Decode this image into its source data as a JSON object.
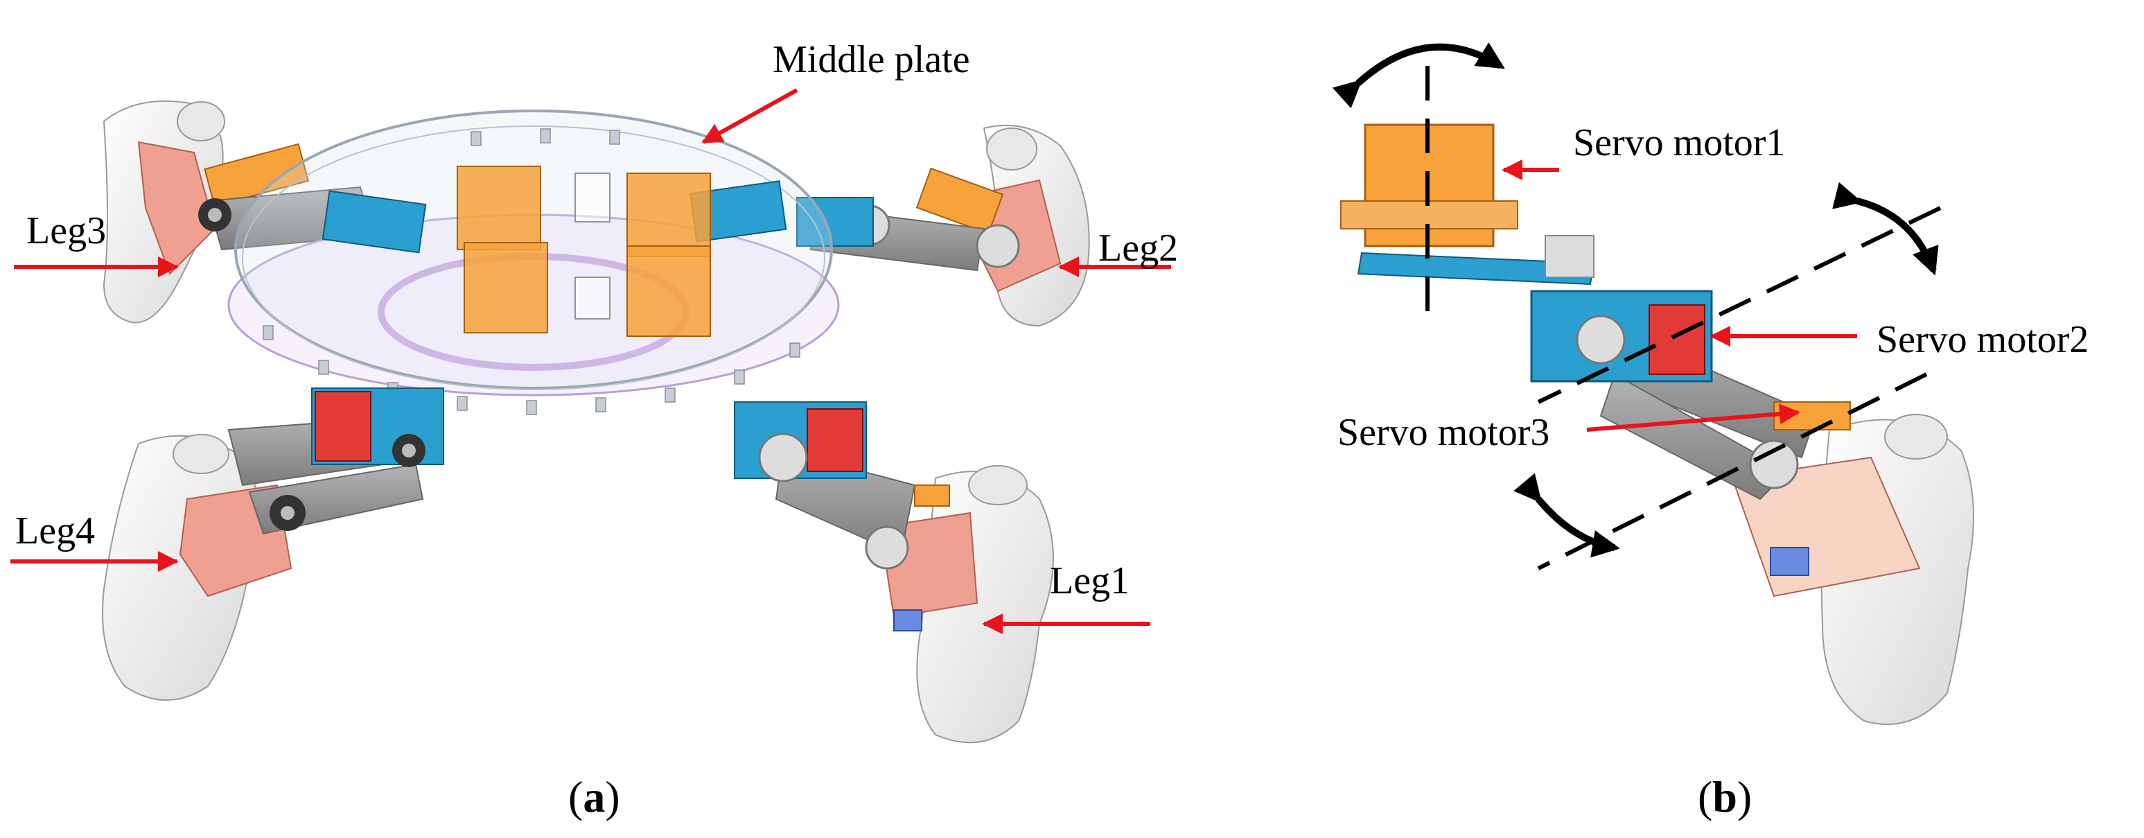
{
  "figure": {
    "panel_a": {
      "caption_open": "(",
      "caption_letter": "a",
      "caption_close": ")",
      "labels": {
        "middle_plate": "Middle plate",
        "leg1": "Leg1",
        "leg2": "Leg2",
        "leg3": "Leg3",
        "leg4": "Leg4"
      }
    },
    "panel_b": {
      "caption_open": "(",
      "caption_letter": "b",
      "caption_close": ")",
      "labels": {
        "servo_motor1": "Servo motor1",
        "servo_motor2": "Servo motor2",
        "servo_motor3": "Servo motor3"
      }
    }
  },
  "colors": {
    "arrow_red": "#e8141c",
    "servo_orange": "#f7a23a",
    "servo_blue": "#2a9fd0",
    "servo_red": "#e23a36",
    "link_gray": "#9a9a9a",
    "shell_white": "#f3f3f3",
    "foot_pink": "#f0a090",
    "plate_clear": "#d8e4ef",
    "ring_purple": "#d8b8ec",
    "axis_black": "#000000"
  }
}
